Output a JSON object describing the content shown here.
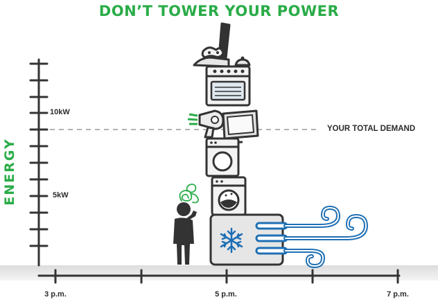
{
  "title": "DON’T TOWER YOUR POWER",
  "chart_data": {
    "type": "diagram",
    "ylabel": "ENERGY",
    "y_ticks": [
      "10kW",
      "5kW"
    ],
    "x_ticks": [
      "3 p.m.",
      "5 p.m.",
      "7 p.m."
    ],
    "demand_line_label": "YOUR TOTAL DEMAND"
  },
  "colors": {
    "accent_green": "#2aac48",
    "wind_blue": "#1e6fb4",
    "appliance_outline": "#333333",
    "appliance_fill": "#e6e6e6"
  },
  "icons": [
    "hair-dryer-icon",
    "snowflake-icon",
    "wind-icon",
    "person-icon",
    "scribble-thought-icon"
  ]
}
